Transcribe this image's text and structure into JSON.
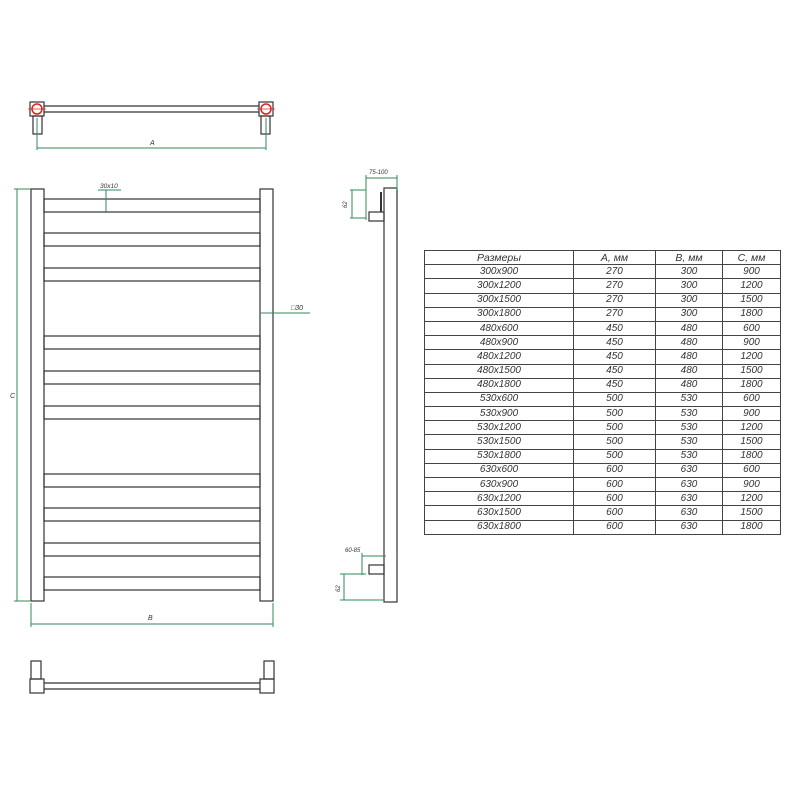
{
  "drawing": {
    "dim_A": "A",
    "dim_B": "B",
    "dim_C": "C",
    "bar_section": "30x10",
    "post_section": "□30",
    "top_offset": "75-100",
    "top_height": "62",
    "bottom_offset": "60-85",
    "bottom_height": "62",
    "colors": {
      "line": "#333333",
      "dimension": "#2e8b57",
      "pipe": "#e02020"
    }
  },
  "table": {
    "headers": [
      "Размеры",
      "A, мм",
      "B, мм",
      "C, мм"
    ],
    "rows": [
      [
        "300x900",
        "270",
        "300",
        "900"
      ],
      [
        "300x1200",
        "270",
        "300",
        "1200"
      ],
      [
        "300x1500",
        "270",
        "300",
        "1500"
      ],
      [
        "300x1800",
        "270",
        "300",
        "1800"
      ],
      [
        "480x600",
        "450",
        "480",
        "600"
      ],
      [
        "480x900",
        "450",
        "480",
        "900"
      ],
      [
        "480x1200",
        "450",
        "480",
        "1200"
      ],
      [
        "480x1500",
        "450",
        "480",
        "1500"
      ],
      [
        "480x1800",
        "450",
        "480",
        "1800"
      ],
      [
        "530x600",
        "500",
        "530",
        "600"
      ],
      [
        "530x900",
        "500",
        "530",
        "900"
      ],
      [
        "530x1200",
        "500",
        "530",
        "1200"
      ],
      [
        "530x1500",
        "500",
        "530",
        "1500"
      ],
      [
        "530x1800",
        "500",
        "530",
        "1800"
      ],
      [
        "630x600",
        "600",
        "630",
        "600"
      ],
      [
        "630x900",
        "600",
        "630",
        "900"
      ],
      [
        "630x1200",
        "600",
        "630",
        "1200"
      ],
      [
        "630x1500",
        "600",
        "630",
        "1500"
      ],
      [
        "630x1800",
        "600",
        "630",
        "1800"
      ]
    ]
  }
}
